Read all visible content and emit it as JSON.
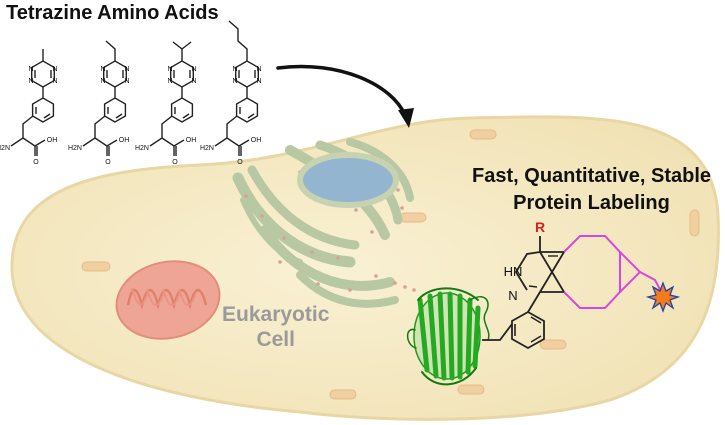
{
  "title": "Tetrazine Amino Acids",
  "caption": {
    "line1": "Fast, Quantitative, Stable",
    "line2": "Protein Labeling"
  },
  "cell_label": {
    "line1": "Eukaryotic",
    "line2": "Cell"
  },
  "atoms": {
    "nitrogen": "N",
    "nh": "HN",
    "amine": "H2N",
    "hydroxyl": "OH",
    "oxygen": "O",
    "r_group": "R"
  },
  "colors": {
    "cell_fill": "#f6ecc8",
    "nucleus": "#93b5cf",
    "er": "#b6c7a1",
    "mitochondrion": "#ee9f8e",
    "protein": "#22aa22",
    "linker": "#dd44dd",
    "fluorophore": "#f57a1a",
    "r_group": "#d92020"
  },
  "amino_acids": [
    {
      "substituent": "methyl"
    },
    {
      "substituent": "ethyl"
    },
    {
      "substituent": "isopropyl"
    },
    {
      "substituent": "butyl"
    }
  ]
}
